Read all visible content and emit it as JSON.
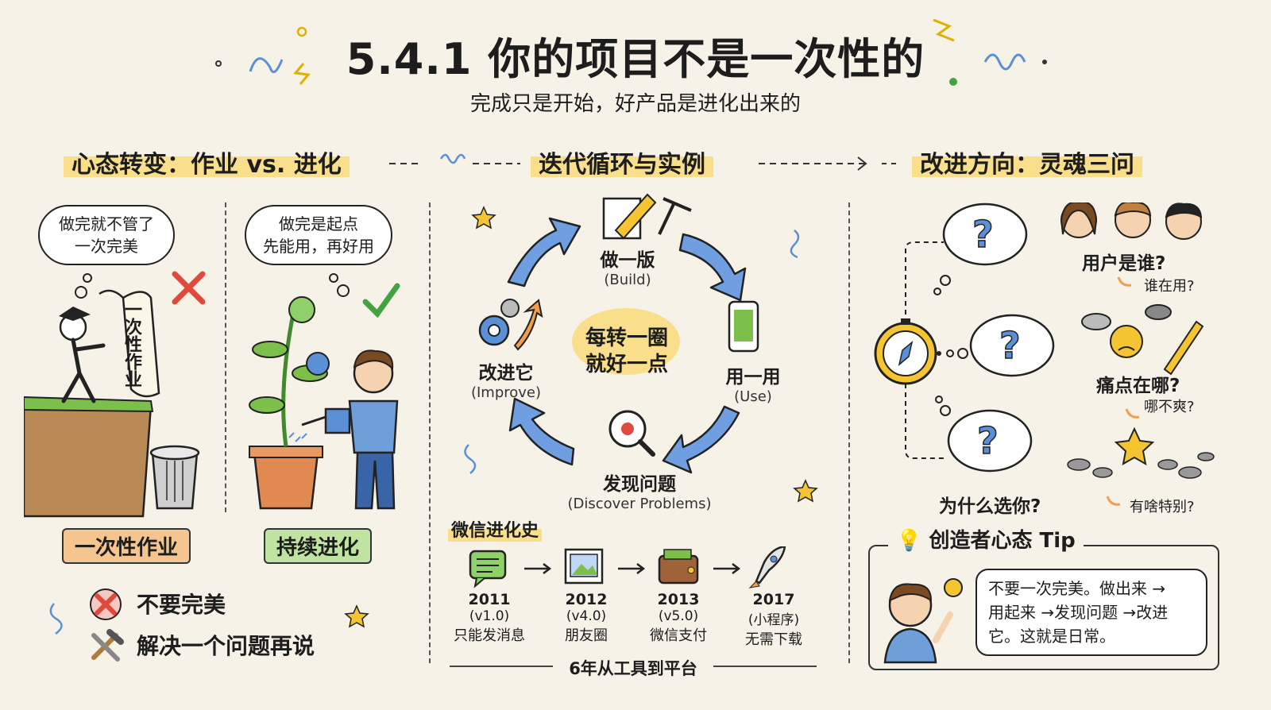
{
  "header": {
    "title": "5.4.1 你的项目不是一次性的",
    "subtitle": "完成只是开始，好产品是进化出来的"
  },
  "sections": {
    "mindset": "心态转变：作业 vs. 进化",
    "cycle": "迭代循环与实例",
    "direction": "改进方向：灵魂三问"
  },
  "mindset": {
    "left_bubble": [
      "做完就不管了",
      "一次完美"
    ],
    "scroll_text": "一次性作业",
    "left_tag": "一次性作业",
    "right_bubble": [
      "做完是起点",
      "先能用，再好用"
    ],
    "right_tag": "持续进化",
    "rules": [
      {
        "text": "不要完美",
        "icon": "cross-icon"
      },
      {
        "text": "解决一个问题再说",
        "icon": "tools-icon"
      }
    ]
  },
  "cycle": {
    "center": [
      "每转一圈",
      "就好一点"
    ],
    "steps": [
      {
        "label": "做一版",
        "en": "(Build)"
      },
      {
        "label": "用一用",
        "en": "(Use)"
      },
      {
        "label": "发现问题",
        "en": "(Discover Problems)"
      },
      {
        "label": "改进它",
        "en": "(Improve)"
      }
    ]
  },
  "wechat": {
    "title": "微信进化史",
    "milestones": [
      {
        "year": "2011",
        "version": "(v1.0)",
        "feature": "只能发消息",
        "icon": "chat-icon"
      },
      {
        "year": "2012",
        "version": "(v4.0)",
        "feature": "朋友圈",
        "icon": "photo-icon"
      },
      {
        "year": "2013",
        "version": "(v5.0)",
        "feature": "微信支付",
        "icon": "wallet-icon"
      },
      {
        "year": "2017",
        "version": "(小程序)",
        "feature": "无需下载",
        "icon": "rocket-icon"
      }
    ],
    "footer": "6年从工具到平台"
  },
  "questions": [
    {
      "q": "用户是谁?",
      "sub": "谁在用?"
    },
    {
      "q": "痛点在哪?",
      "sub": "哪不爽?"
    },
    {
      "q": "为什么选你?",
      "sub": "有啥特别?"
    }
  ],
  "tip": {
    "title": "创造者心态 Tip",
    "lines": [
      "不要一次完美。做出来 →",
      "用起来 →发现问题 →改进",
      "它。这就是日常。"
    ]
  },
  "colors": {
    "background": "#f6f2e7",
    "highlight": "#f9df8c",
    "blue_arrow": "#5b8fd6",
    "orange_tag": "#f5c58f",
    "green_tag": "#bfe3a0",
    "red": "#e04a3c",
    "green": "#43a243"
  }
}
